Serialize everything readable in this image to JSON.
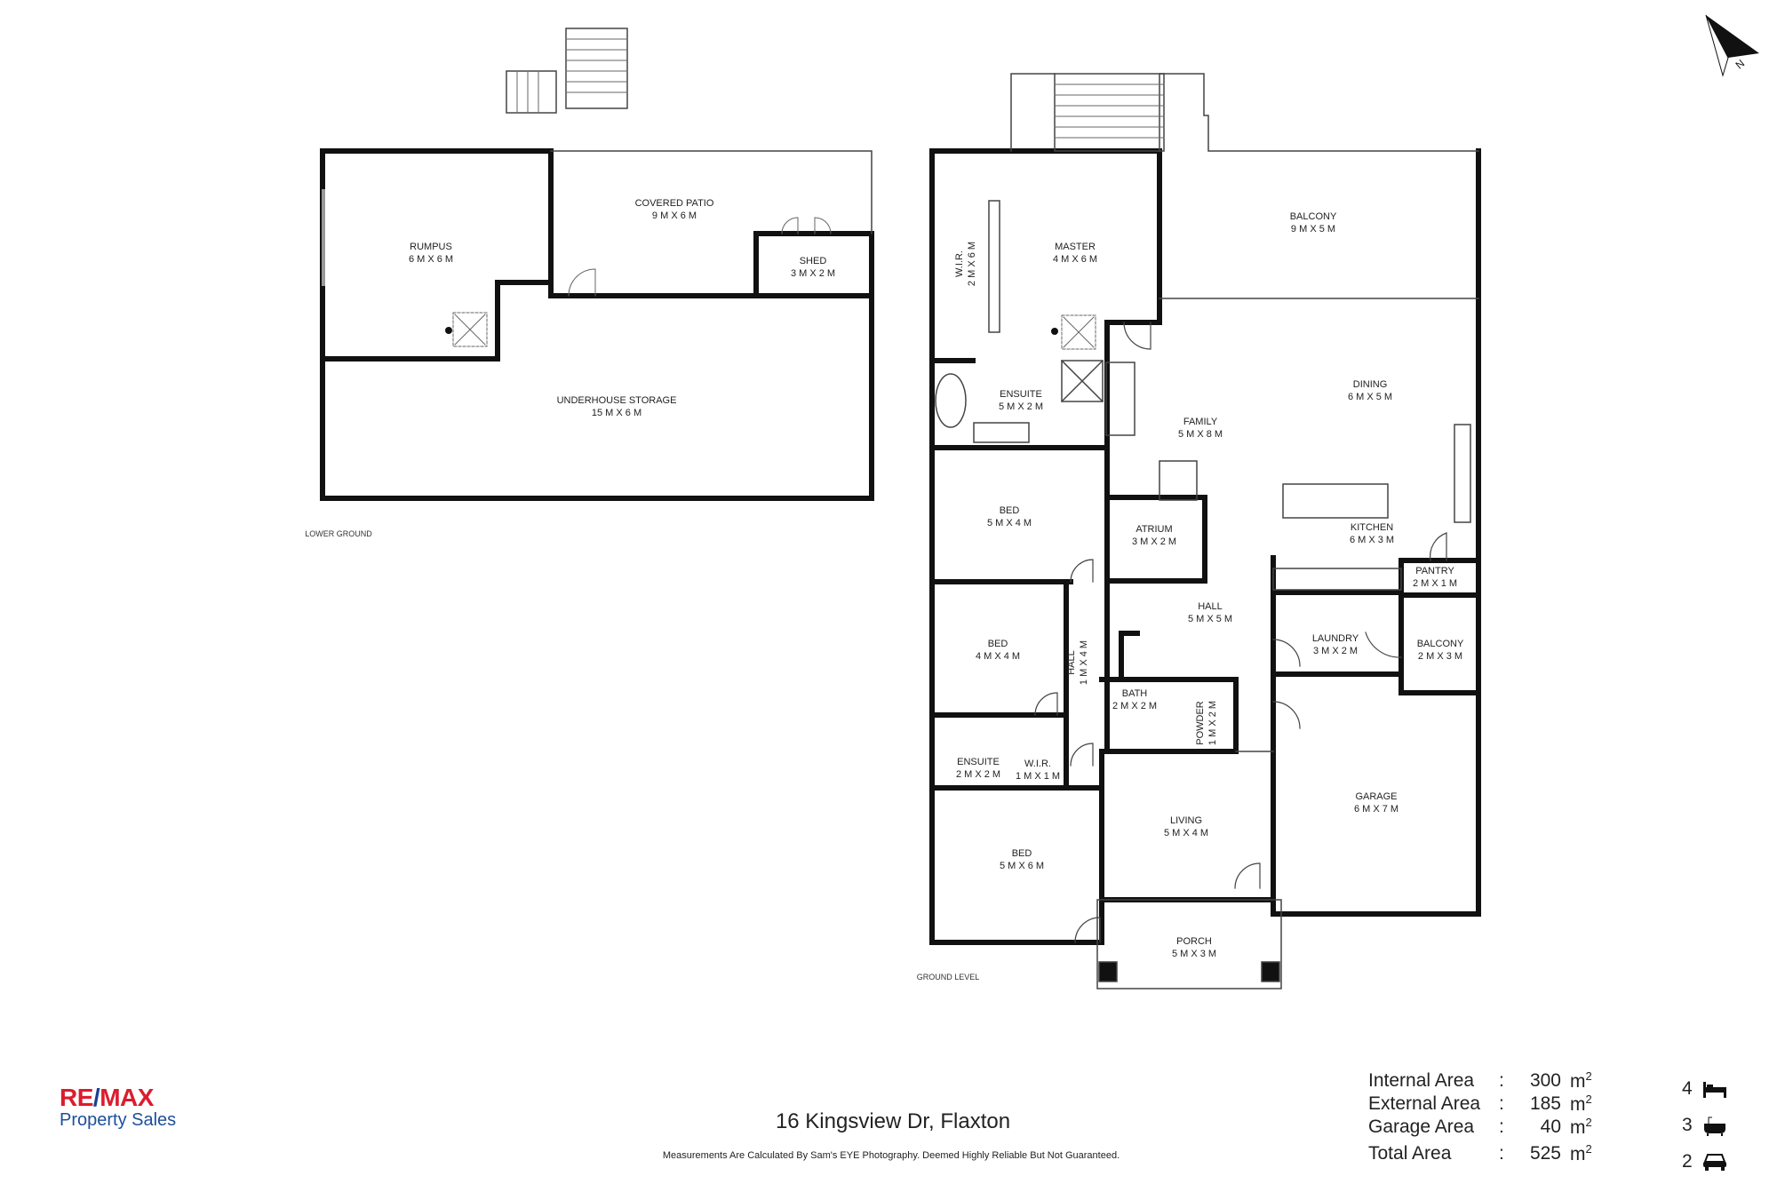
{
  "rooms": [
    {
      "id": "rumpus",
      "name": "RUMPUS",
      "size": "6 M X 6 M"
    },
    {
      "id": "covered-patio",
      "name": "COVERED PATIO",
      "size": "9 M X 6 M"
    },
    {
      "id": "shed",
      "name": "SHED",
      "size": "3 M X 2 M"
    },
    {
      "id": "underhouse-storage",
      "name": "UNDERHOUSE STORAGE",
      "size": "15 M X 6 M"
    },
    {
      "id": "wir-master",
      "name": "W.I.R.",
      "size": "2 M X 6 M"
    },
    {
      "id": "master",
      "name": "MASTER",
      "size": "4 M X 6 M"
    },
    {
      "id": "balcony-main",
      "name": "BALCONY",
      "size": "9 M X 5 M"
    },
    {
      "id": "ensuite-master",
      "name": "ENSUITE",
      "size": "5 M X 2 M"
    },
    {
      "id": "dining",
      "name": "DINING",
      "size": "6 M X 5 M"
    },
    {
      "id": "family",
      "name": "FAMILY",
      "size": "5 M X 8 M"
    },
    {
      "id": "bed-1",
      "name": "BED",
      "size": "5 M X 4 M"
    },
    {
      "id": "atrium",
      "name": "ATRIUM",
      "size": "3 M X 2 M"
    },
    {
      "id": "kitchen",
      "name": "KITCHEN",
      "size": "6 M X 3 M"
    },
    {
      "id": "pantry",
      "name": "PANTRY",
      "size": "2 M X 1 M"
    },
    {
      "id": "hall-main",
      "name": "HALL",
      "size": "5 M X 5 M"
    },
    {
      "id": "laundry",
      "name": "LAUNDRY",
      "size": "3 M X 2 M"
    },
    {
      "id": "balcony-small",
      "name": "BALCONY",
      "size": "2 M X 3 M"
    },
    {
      "id": "bed-2",
      "name": "BED",
      "size": "4 M X 4 M"
    },
    {
      "id": "hall-side",
      "name": "HALL",
      "size": "1 M X 4 M"
    },
    {
      "id": "bath",
      "name": "BATH",
      "size": "2 M X 2 M"
    },
    {
      "id": "powder",
      "name": "POWDER",
      "size": "1 M X 2 M"
    },
    {
      "id": "ensuite-2",
      "name": "ENSUITE",
      "size": "2 M X 2 M"
    },
    {
      "id": "wir-2",
      "name": "W.I.R.",
      "size": "1 M X 1 M"
    },
    {
      "id": "garage",
      "name": "GARAGE",
      "size": "6 M X 7 M"
    },
    {
      "id": "living",
      "name": "LIVING",
      "size": "5 M X 4 M"
    },
    {
      "id": "bed-3",
      "name": "BED",
      "size": "5 M X 6 M"
    },
    {
      "id": "porch",
      "name": "PORCH",
      "size": "5 M X 3 M"
    }
  ],
  "levels": {
    "lower": "LOWER GROUND",
    "ground": "GROUND LEVEL"
  },
  "brand": {
    "logo_left": "RE",
    "logo_slash": "/",
    "logo_right": "MAX",
    "sub": "Property Sales",
    "red": "#dc1c2e",
    "blue": "#1b4f9c"
  },
  "address": "16 Kingsview Dr, Flaxton",
  "disclaimer": "Measurements Are Calculated By Sam's EYE Photography. Deemed Highly Reliable But Not Guaranteed.",
  "areas": [
    {
      "label": "Internal Area",
      "value": "300",
      "unit": "m",
      "sup": "2"
    },
    {
      "label": "External Area",
      "value": "185",
      "unit": "m",
      "sup": "2"
    },
    {
      "label": "Garage Area",
      "value": "40",
      "unit": "m",
      "sup": "2"
    },
    {
      "label": "Total Area",
      "value": "525",
      "unit": "m",
      "sup": "2"
    }
  ],
  "features": [
    {
      "count": "4",
      "icon": "bed-icon"
    },
    {
      "count": "3",
      "icon": "bath-icon"
    },
    {
      "count": "2",
      "icon": "car-icon"
    }
  ],
  "compass": {
    "label": "N"
  }
}
